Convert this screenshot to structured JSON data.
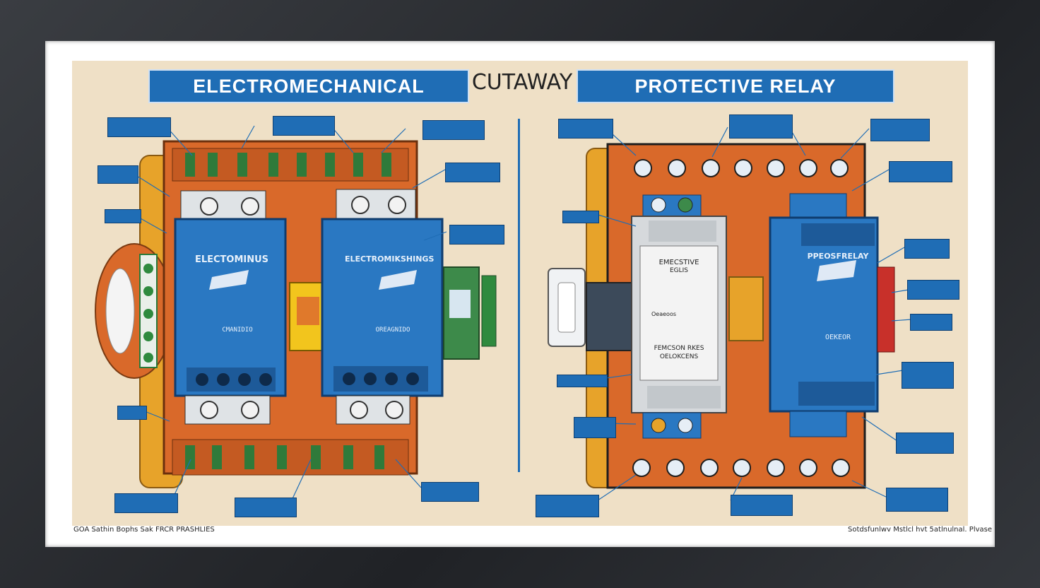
{
  "header": {
    "left_banner": "ELECTROMECHANICAL",
    "center_title": "CUTAWAY",
    "right_banner": "PROTECTIVE RELAY"
  },
  "left_panel": {
    "module_a_label": "ELECTOMINUS",
    "module_b_label": "ELECTROMIKSHINGS",
    "module_a_code": "CMANIDIO",
    "module_b_code": "OREAGNIDO"
  },
  "right_panel": {
    "white_module_label_1": "EMECSTIVE",
    "white_module_label_2": "EGLIS",
    "white_module_label_3": "FEMCSON RKES",
    "white_module_label_4": "OELOKCENS",
    "blue_module_label": "PPEOSFRELAY",
    "blue_module_code": "OEKEOR",
    "white_module_small": "Oeaeoos"
  },
  "footer": {
    "left_text": "GOA Sathin Bophs Sak FRCR PRASHLIES",
    "right_text": "Sotdsfunlwv  Mstlcl hvt 5atlnulnal. Plvase"
  },
  "colors": {
    "banner_blue": "#1f6db5",
    "board_orange": "#d9692a",
    "poster_beige": "#efe0c6",
    "frame_dark": "#2b2e33"
  }
}
